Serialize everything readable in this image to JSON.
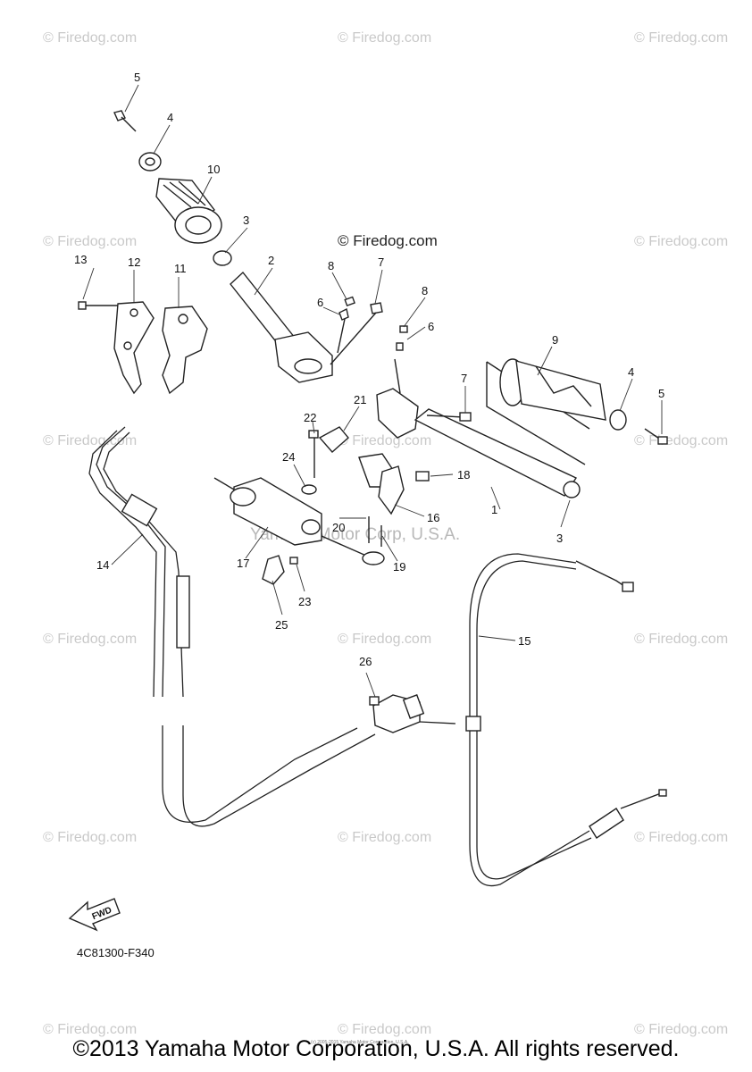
{
  "watermarks": {
    "firedog": "© Firedog.com",
    "center": "Yamaha Motor Corp, U.S.A.",
    "tiny": "(c) 2005-2015 Yamaha Motor Corporation, U.S.A."
  },
  "callouts": {
    "c1": "1",
    "c2": "2",
    "c3a": "3",
    "c3b": "3",
    "c4a": "4",
    "c4b": "4",
    "c5a": "5",
    "c5b": "5",
    "c6a": "6",
    "c6b": "6",
    "c7a": "7",
    "c7b": "7",
    "c8a": "8",
    "c8b": "8",
    "c9": "9",
    "c10": "10",
    "c11": "11",
    "c12": "12",
    "c13": "13",
    "c14": "14",
    "c15": "15",
    "c16": "16",
    "c17": "17",
    "c18": "18",
    "c19": "19",
    "c20": "20",
    "c21": "21",
    "c22": "22",
    "c23": "23",
    "c24": "24",
    "c25": "25",
    "c26": "26"
  },
  "fwd_label": "FWD",
  "diagram_code": "4C81300-F340",
  "copyright": "©2013 Yamaha Motor Corporation, U.S.A. All rights reserved."
}
